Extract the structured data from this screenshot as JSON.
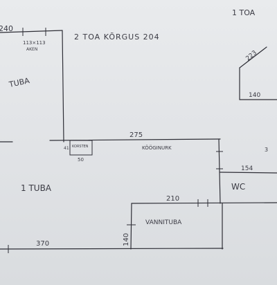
{
  "paper": {
    "background": "#e4e6e9",
    "ink": "#2e2e36",
    "faint_text": "#9a9ca3"
  },
  "rooms": {
    "room_two": "2 TOA KÕRGUS 204",
    "room_one_top_right": "1 TOA",
    "room_one_lower": "1 TUBA",
    "room_left_partial": "TUBA",
    "wc": "WC",
    "kitchen_corner": "KÖÖGINURK",
    "bathroom": "VANNITUBA",
    "chimney": "KORSTEN",
    "window": "AKEN"
  },
  "dimensions": {
    "top_left_wall": "240",
    "window_size": "113×113",
    "kitchen_wall": "275",
    "top_right_slant": "223",
    "top_right_base": "140",
    "wc_wall": "154",
    "bathroom_width": "210",
    "bathroom_depth": "140",
    "bottom_wall": "370",
    "chimney_depth": "41",
    "chimney_width": "50",
    "right_edge_digit": "3"
  }
}
